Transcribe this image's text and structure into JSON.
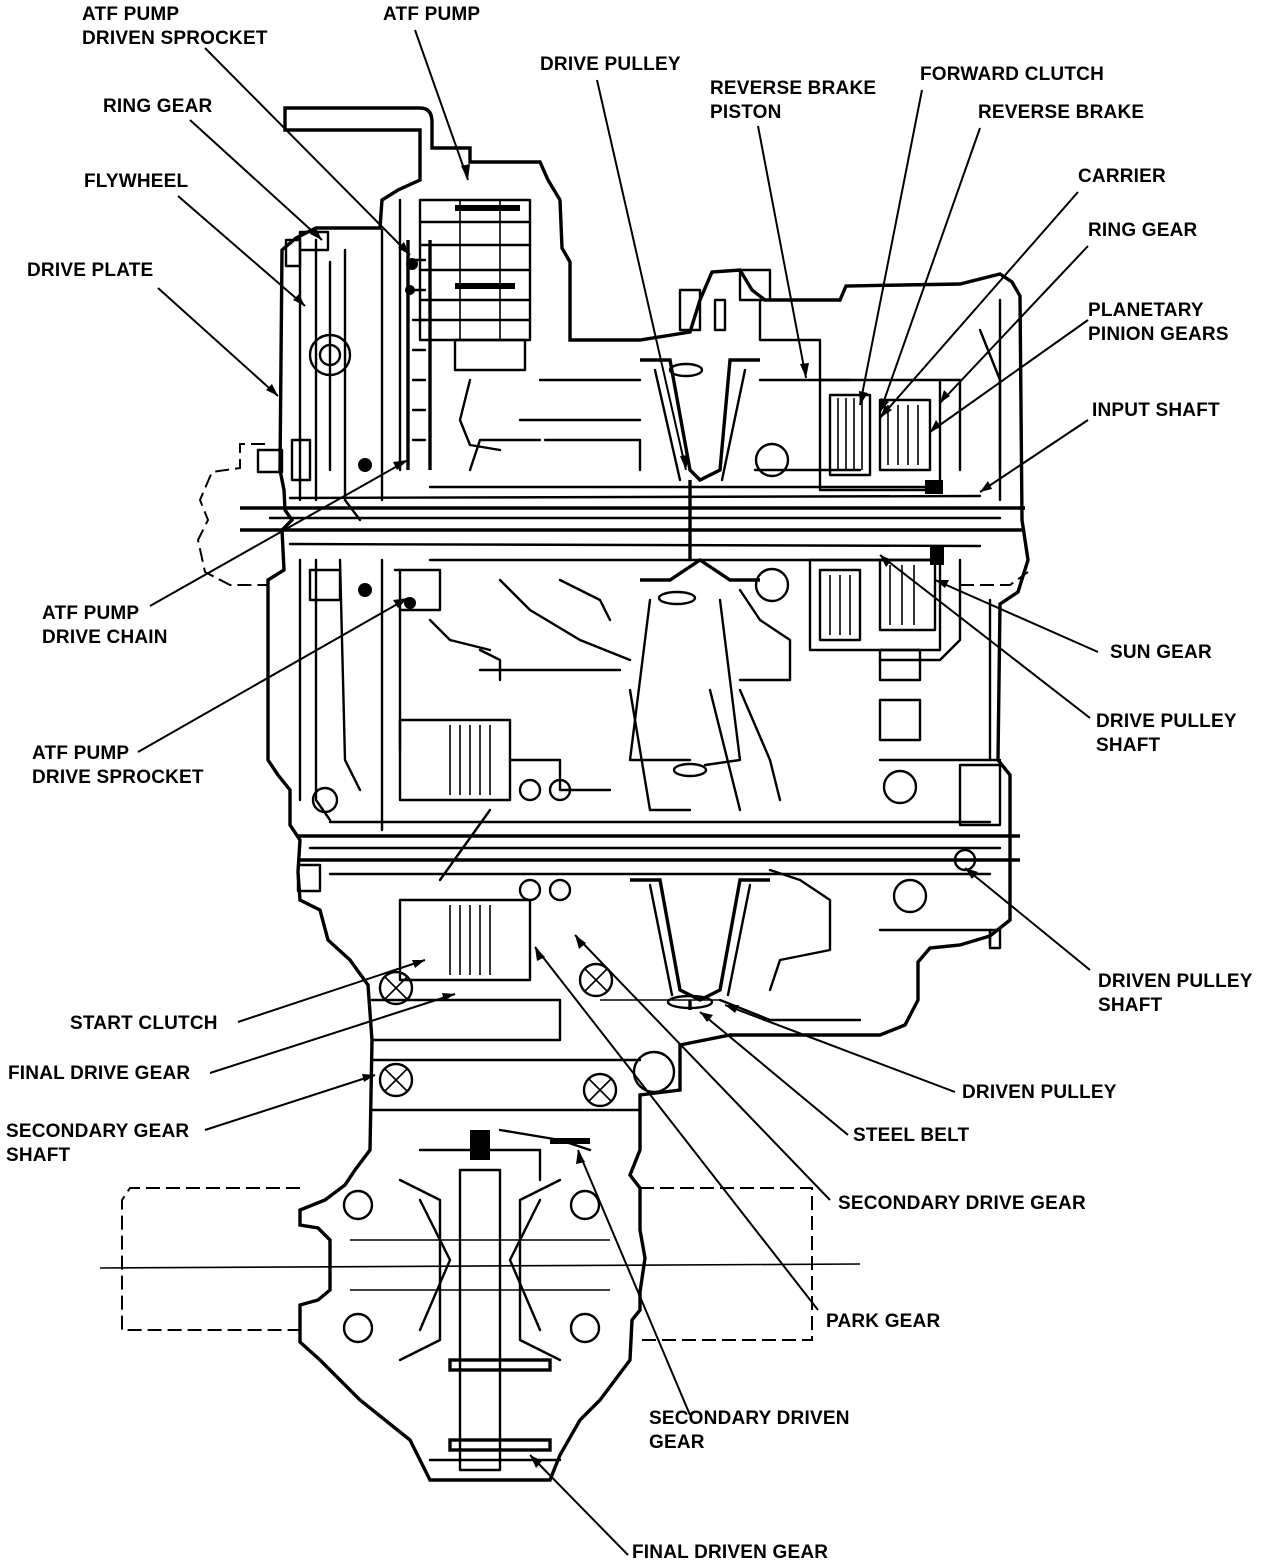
{
  "labels": {
    "atf_pump_driven_sprocket": [
      "ATF PUMP",
      "DRIVEN SPROCKET"
    ],
    "atf_pump": "ATF PUMP",
    "ring_gear_left": "RING GEAR",
    "flywheel": "FLYWHEEL",
    "drive_plate": "DRIVE PLATE",
    "drive_pulley": "DRIVE PULLEY",
    "reverse_brake_piston": [
      "REVERSE BRAKE",
      "PISTON"
    ],
    "forward_clutch": "FORWARD CLUTCH",
    "reverse_brake": "REVERSE BRAKE",
    "carrier": "CARRIER",
    "ring_gear_right": "RING GEAR",
    "planetary_pinion_gears": [
      "PLANETARY",
      "PINION GEARS"
    ],
    "input_shaft": "INPUT SHAFT",
    "atf_pump_drive_chain": [
      "ATF PUMP",
      "DRIVE CHAIN"
    ],
    "sun_gear": "SUN GEAR",
    "drive_pulley_shaft": [
      "DRIVE PULLEY",
      "SHAFT"
    ],
    "atf_pump_drive_sprocket": [
      "ATF PUMP",
      "DRIVE SPROCKET"
    ],
    "driven_pulley_shaft": [
      "DRIVEN PULLEY",
      "SHAFT"
    ],
    "start_clutch": "START CLUTCH",
    "final_drive_gear": "FINAL DRIVE GEAR",
    "driven_pulley": "DRIVEN PULLEY",
    "secondary_gear_shaft": [
      "SECONDARY GEAR",
      "SHAFT"
    ],
    "steel_belt": "STEEL BELT",
    "secondary_drive_gear": "SECONDARY DRIVE GEAR",
    "park_gear": "PARK GEAR",
    "secondary_driven_gear": [
      "SECONDARY DRIVEN",
      "GEAR"
    ],
    "final_driven_gear": "FINAL DRIVEN GEAR"
  }
}
